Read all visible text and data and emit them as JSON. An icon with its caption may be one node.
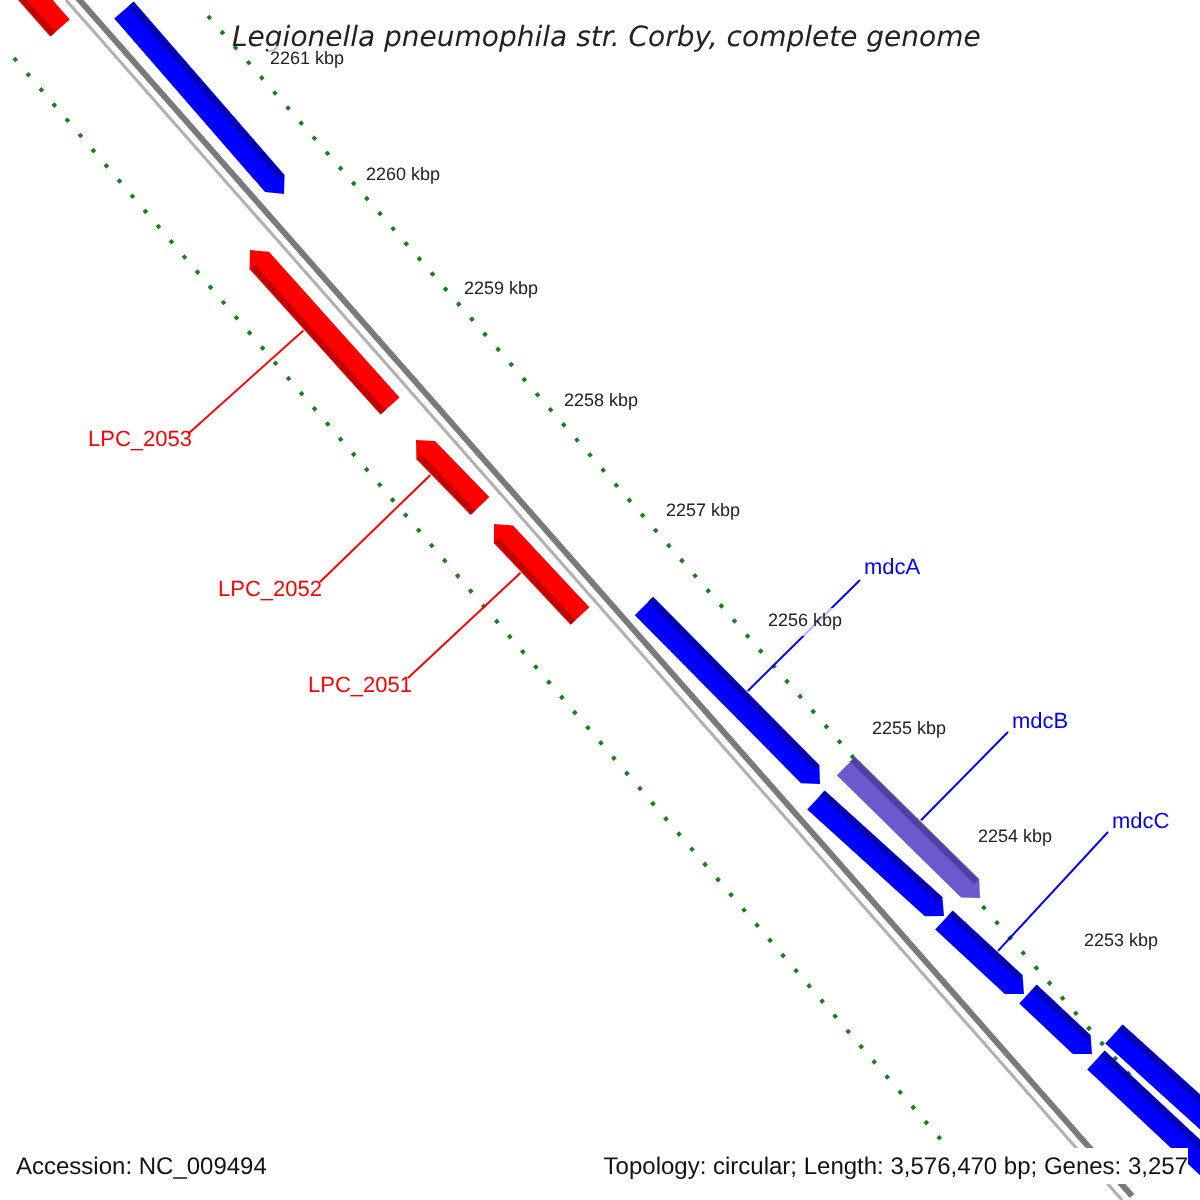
{
  "diagram": {
    "title": "Legionella pneumophila str. Corby, complete genome",
    "nodes": [
      {
        "text": [
          "LPC_2053"
        ]
      },
      {
        "text": [
          "mdcA"
        ]
      },
      {
        "text": [
          "LPC_2052"
        ]
      },
      {
        "text": [
          "LPC_2051"
        ]
      },
      {
        "text": [
          "mdcB"
        ]
      },
      {
        "text": [
          "mdcC"
        ]
      },
      {
        "text": [],
        "shape": "bar"
      },
      {
        "text": [],
        "shape": "bar"
      },
      {
        "text": [],
        "shape": "bar"
      },
      {
        "text": [],
        "shape": "bar"
      },
      {
        "text": [],
        "shape": "bar"
      },
      {
        "text": [],
        "shape": "bar"
      },
      {
        "text": [],
        "shape": "bar"
      },
      {
        "text": [],
        "shape": "bar"
      },
      {
        "text": [],
        "shape": "bar"
      },
      {
        "text": [],
        "shape": "bar"
      },
      {
        "text": [],
        "shape": "bar"
      },
      {
        "text": [],
        "shape": "bar"
      }
    ],
    "edges": [
      {
        "from": 0,
        "to": 8,
        "arrow": "none",
        "color": "#ff0000"
      },
      {
        "from": 2,
        "to": 9,
        "arrow": "none",
        "color": "#ff0000"
      },
      {
        "from": 3,
        "to": 10,
        "arrow": "none",
        "color": "#ff0000"
      },
      {
        "from": 1,
        "to": 11,
        "arrow": "none",
        "color": "#0000ff"
      },
      {
        "from": 4,
        "to": 12,
        "arrow": "none",
        "color": "#0000ff"
      },
      {
        "from": 5,
        "to": 14,
        "arrow": "none",
        "color": "#0000ff"
      }
    ],
    "labels": [
      "2261 kbp",
      "2260 kbp",
      "2259 kbp",
      "2258 kbp",
      "2257 kbp",
      "2256 kbp",
      "2255 kbp",
      "2254 kbp",
      "2253 kbp",
      "Accession: NC_009494",
      "Topology: circular; Length: 3,576,470 bp; Genes: 3,257"
    ]
  }
}
